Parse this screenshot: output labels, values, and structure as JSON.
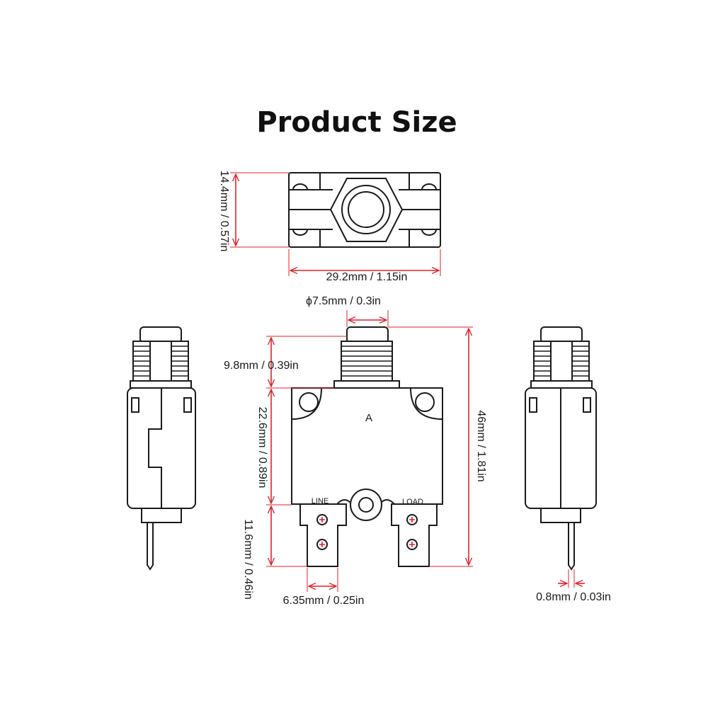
{
  "title": "Product Size",
  "dimensions": {
    "height_top": "14.4mm / 0.57in",
    "width_top": "29.2mm / 1.15in",
    "button_diameter": "ϕ7.5mm / 0.3in",
    "button_height": "9.8mm / 0.39in",
    "body_height": "22.6mm / 0.89in",
    "terminal_length": "11.6mm / 0.46in",
    "total_height": "46mm / 1.81in",
    "terminal_width": "6.35mm / 0.25in",
    "terminal_thickness": "0.8mm / 0.03in"
  },
  "labels": {
    "rating": "A",
    "line": "LINE",
    "load": "LOAD"
  },
  "colors": {
    "dimension_line": "#e0202a",
    "outline": "#1a1a1a"
  }
}
